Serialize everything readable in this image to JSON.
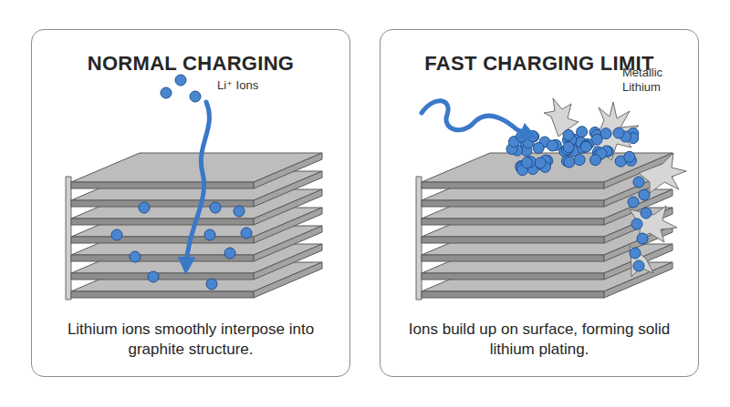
{
  "diagram": {
    "nodes": [
      {
        "text": [
          "NORMAL CHARGING",
          "Lithium ions smoothly interpose into graphite structure."
        ]
      },
      {
        "text": [
          "FAST CHARGING LIMIT",
          "Ions build up on surface, forming solid lithium plating."
        ]
      }
    ],
    "labels": [
      "Li⁺ Ions",
      "Metallic Lithium"
    ]
  }
}
